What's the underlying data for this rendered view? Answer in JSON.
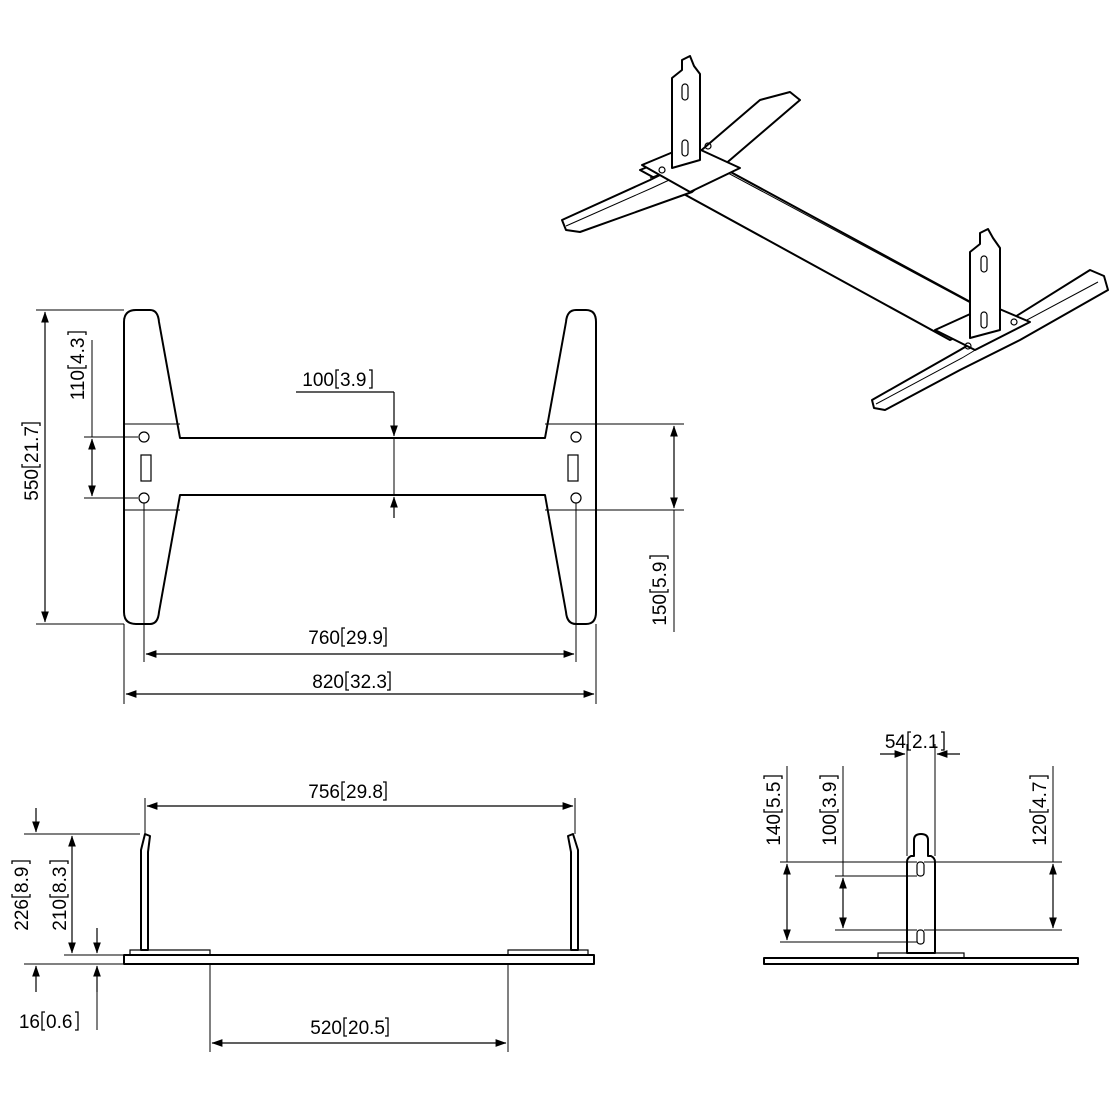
{
  "dimensions": {
    "top_view": {
      "height_overall": "550",
      "height_overall_in": "21.7",
      "hole_spacing_v": "110",
      "hole_spacing_v_in": "4.3",
      "bar_width": "100",
      "bar_width_in": "3.9",
      "plate_height": "150",
      "plate_height_in": "5.9",
      "hole_spacing_h": "760",
      "hole_spacing_h_in": "29.9",
      "width_overall": "820",
      "width_overall_in": "32.3"
    },
    "front_view": {
      "bracket_spacing": "756",
      "bracket_spacing_in": "29.8",
      "height_overall": "226",
      "height_overall_in": "8.9",
      "bracket_height": "210",
      "bracket_height_in": "8.3",
      "base_thickness": "16",
      "base_thickness_in": "0.6",
      "inner_span": "520",
      "inner_span_in": "20.5"
    },
    "side_view": {
      "bracket_width": "54",
      "bracket_width_in": "2.1",
      "slot_high": "140",
      "slot_high_in": "5.5",
      "slot_mid": "100",
      "slot_mid_in": "3.9",
      "slot_right": "120",
      "slot_right_in": "4.7"
    }
  }
}
